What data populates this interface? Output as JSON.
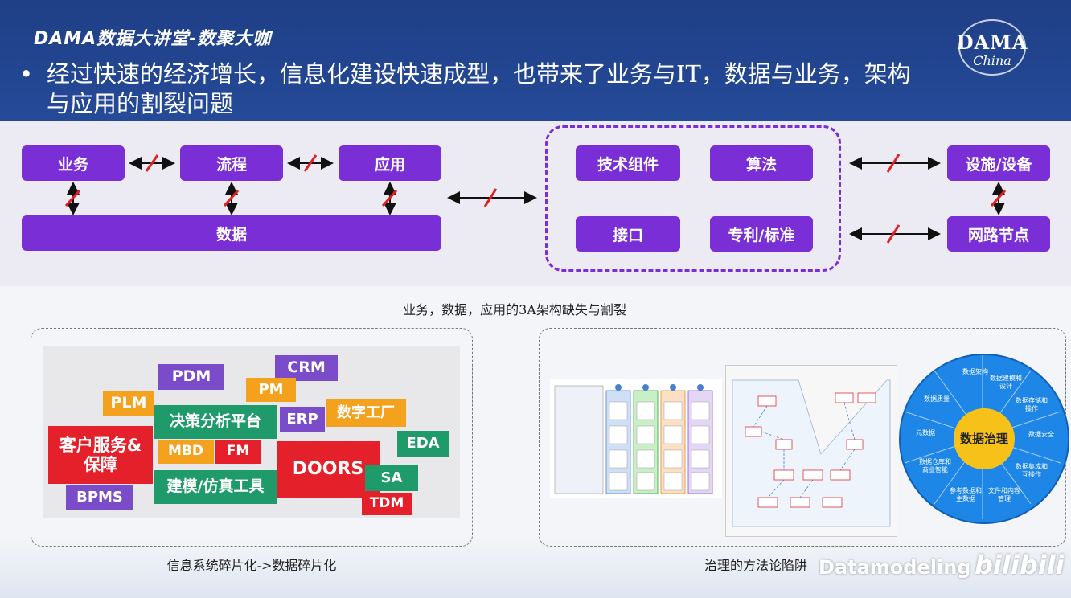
{
  "header": {
    "title": "DAMA数据大讲堂-数聚大咖",
    "logo_main": "DAMA",
    "logo_sub": "China"
  },
  "bullet": {
    "symbol": "•",
    "text": "经过快速的经济增长，信息化建设快速成型，也带来了业务与IT，数据与业务，架构与应用的割裂问题"
  },
  "diagram": {
    "boxes": {
      "business": "业务",
      "process": "流程",
      "application": "应用",
      "data": "数据",
      "tech_component": "技术组件",
      "algorithm": "算法",
      "interface": "接口",
      "patent_standard": "专利/标准",
      "facility": "设施/设备",
      "network_node": "网路节点"
    },
    "caption": "业务，数据，应用的3A架构缺失与割裂",
    "colors": {
      "box": "#7a2fd6",
      "break_mark": "#e02020"
    }
  },
  "fragmentation": {
    "tags": [
      "PDM",
      "CRM",
      "PM",
      "PLM",
      "决策分析平台",
      "ERP",
      "数字工厂",
      "客户服务&保障",
      "MBD",
      "FM",
      "DOORS",
      "EDA",
      "SA",
      "建模/仿真工具",
      "BPMS",
      "TDM"
    ],
    "caption": "信息系统碎片化->数据碎片化"
  },
  "governance": {
    "wheel_center": "数据治理",
    "wheel_labels": [
      "数据架构",
      "数据建模和设计",
      "数据存储和操作",
      "数据安全",
      "数据集成和互操作",
      "文件和内容管理",
      "参考数据和主数据",
      "数据仓库和商业智能",
      "元数据",
      "数据质量"
    ],
    "caption": "治理的方法论陷阱"
  },
  "watermark": {
    "text": "Datamodeling",
    "brand": "bilibili"
  }
}
